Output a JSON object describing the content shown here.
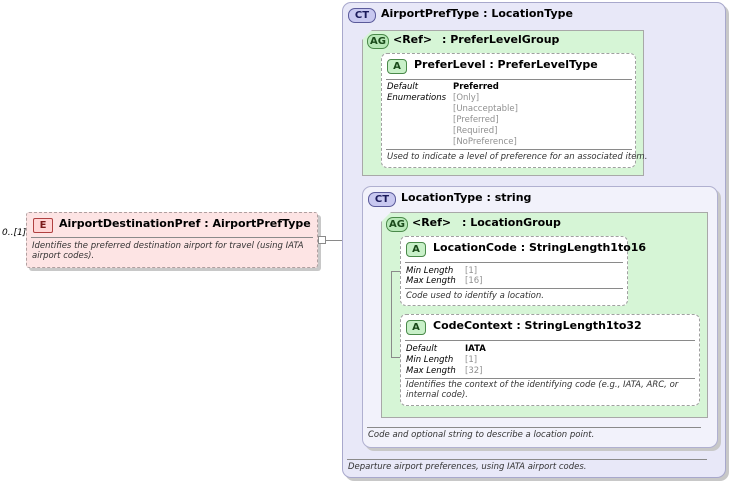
{
  "element": {
    "occurrence": "0..[1]",
    "badge": "E",
    "title": "AirportDestinationPref : AirportPrefType",
    "doc": "Identifies the preferred destination airport for travel (using IATA airport codes)."
  },
  "airport_pref_type": {
    "badge": "CT",
    "title": "AirportPrefType : LocationType",
    "doc": "Departure airport preferences, using IATA airport codes."
  },
  "prefer_level_group": {
    "badge": "AG",
    "ref": "<Ref>",
    "name": ": PreferLevelGroup",
    "attribute": {
      "badge": "A",
      "title": "PreferLevel : PreferLevelType",
      "default_label": "Default",
      "default_value": "Preferred",
      "enum_label": "Enumerations",
      "enumerations": [
        "[Only]",
        "[Unacceptable]",
        "[Preferred]",
        "[Required]",
        "[NoPreference]"
      ],
      "doc": "Used to indicate a level of preference for an associated item."
    }
  },
  "location_type": {
    "badge": "CT",
    "title": "LocationType : string",
    "doc": "Code and optional string to describe a location point."
  },
  "location_group": {
    "badge": "AG",
    "ref": "<Ref>",
    "name": ": LocationGroup",
    "location_code": {
      "badge": "A",
      "title": "LocationCode : StringLength1to16",
      "min_label": "Min Length",
      "min_value": "[1]",
      "max_label": "Max Length",
      "max_value": "[16]",
      "doc": "Code used to identify a location."
    },
    "code_context": {
      "badge": "A",
      "title": "CodeContext : StringLength1to32",
      "default_label": "Default",
      "default_value": "IATA",
      "min_label": "Min Length",
      "min_value": "[1]",
      "max_label": "Max Length",
      "max_value": "[32]",
      "doc": "Identifies the context of the identifying code (e.g., IATA, ARC, or internal code)."
    }
  }
}
